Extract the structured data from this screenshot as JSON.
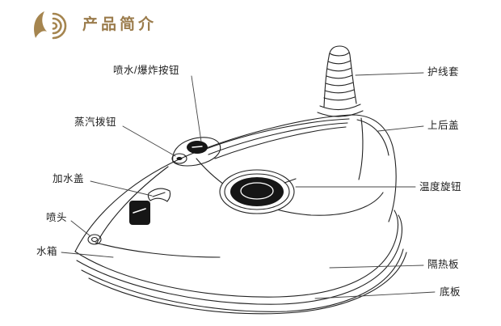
{
  "header": {
    "title": "产品简介",
    "logo_icon": "brand-swirl-logo"
  },
  "diagram": {
    "subject": "steam-iron-side-view-line-drawing",
    "labels_left": [
      {
        "text": "喷水/爆炸按钮"
      },
      {
        "text": "蒸汽拨钮"
      },
      {
        "text": "加水盖"
      },
      {
        "text": "喷头"
      },
      {
        "text": "水箱"
      }
    ],
    "labels_right": [
      {
        "text": "护线套"
      },
      {
        "text": "上后盖"
      },
      {
        "text": "温度旋钮"
      },
      {
        "text": "隔热板"
      },
      {
        "text": "底板"
      }
    ],
    "colors": {
      "accent": "#9b7c4c",
      "line": "#222222"
    }
  }
}
